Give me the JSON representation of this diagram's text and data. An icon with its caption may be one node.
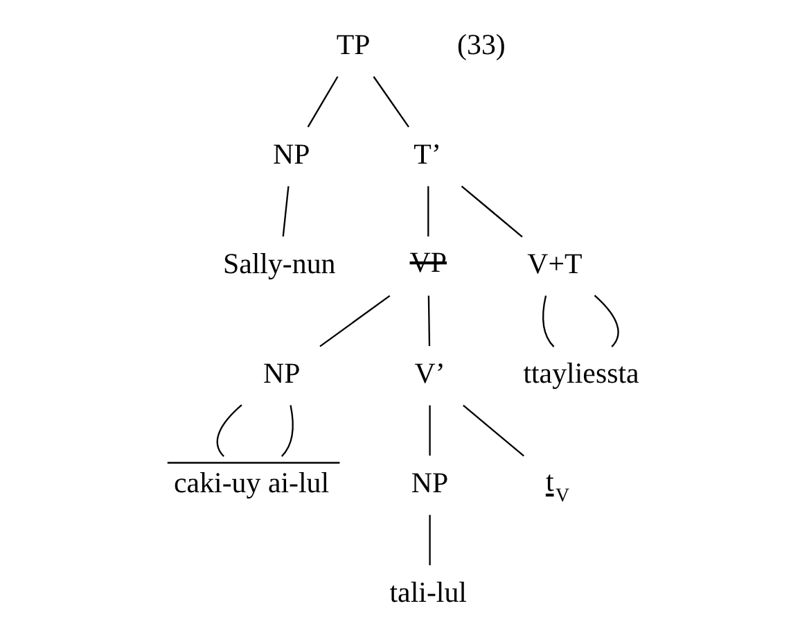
{
  "diagram": {
    "nodes": [
      {
        "text": [
          "TP"
        ]
      },
      {
        "text": [
          "NP"
        ]
      },
      {
        "text": [
          "T’"
        ]
      },
      {
        "text": [
          "Sally-nun"
        ]
      },
      {
        "text": [
          "VP"
        ]
      },
      {
        "text": [
          "V+T"
        ]
      },
      {
        "text": [
          "NP"
        ]
      },
      {
        "text": [
          "V’"
        ]
      },
      {
        "text": [
          "ttayliessta"
        ]
      },
      {
        "text": [
          "caki-uy ai-lul"
        ]
      },
      {
        "text": [
          "NP"
        ]
      },
      {
        "text": [
          "t$_{V}$"
        ]
      },
      {
        "text": [
          "tali-lul"
        ]
      }
    ],
    "edges": [
      {
        "from": 0,
        "to": 1,
        "arrow": "none"
      },
      {
        "from": 0,
        "to": 2,
        "arrow": "none"
      },
      {
        "from": 1,
        "to": 3,
        "arrow": "none"
      },
      {
        "from": 2,
        "to": 4,
        "arrow": "none"
      },
      {
        "from": 2,
        "to": 5,
        "arrow": "none"
      },
      {
        "from": 4,
        "to": 6,
        "arrow": "none"
      },
      {
        "from": 4,
        "to": 7,
        "arrow": "none"
      },
      {
        "from": 5,
        "to": 8,
        "arrow": "none"
      },
      {
        "from": 5,
        "to": 8,
        "arrow": "none"
      },
      {
        "from": 6,
        "to": 9,
        "arrow": "none"
      },
      {
        "from": 6,
        "to": 9,
        "arrow": "none"
      },
      {
        "from": 7,
        "to": 10,
        "arrow": "none"
      },
      {
        "from": 7,
        "to": 11,
        "arrow": "none"
      },
      {
        "from": 10,
        "to": 12,
        "arrow": "none"
      }
    ],
    "labels": [
      "(33)"
    ]
  }
}
